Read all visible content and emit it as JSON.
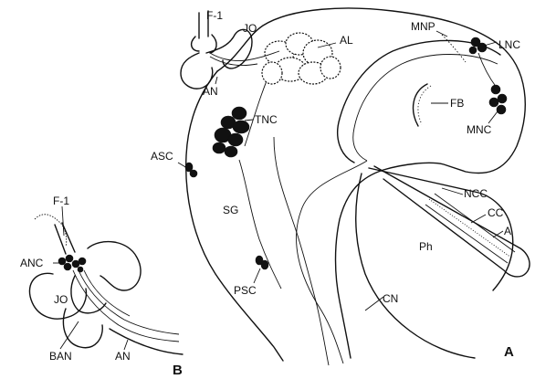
{
  "labels": {
    "f1_a": "F-1",
    "jo_a": "JO",
    "al": "AL",
    "mnp": "MNP",
    "lnc": "LNC",
    "an_a": "AN",
    "fb": "FB",
    "tnc": "TNC",
    "mnc": "MNC",
    "asc": "ASC",
    "ncc": "NCC",
    "cc": "CC",
    "a": "A",
    "sg": "SG",
    "ph": "Ph",
    "psc": "PSC",
    "cn": "CN",
    "f1_b": "F-1",
    "anc": "ANC",
    "jo_b": "JO",
    "ban": "BAN",
    "an_b": "AN"
  },
  "panel_letters": {
    "a": "A",
    "b": "B"
  }
}
